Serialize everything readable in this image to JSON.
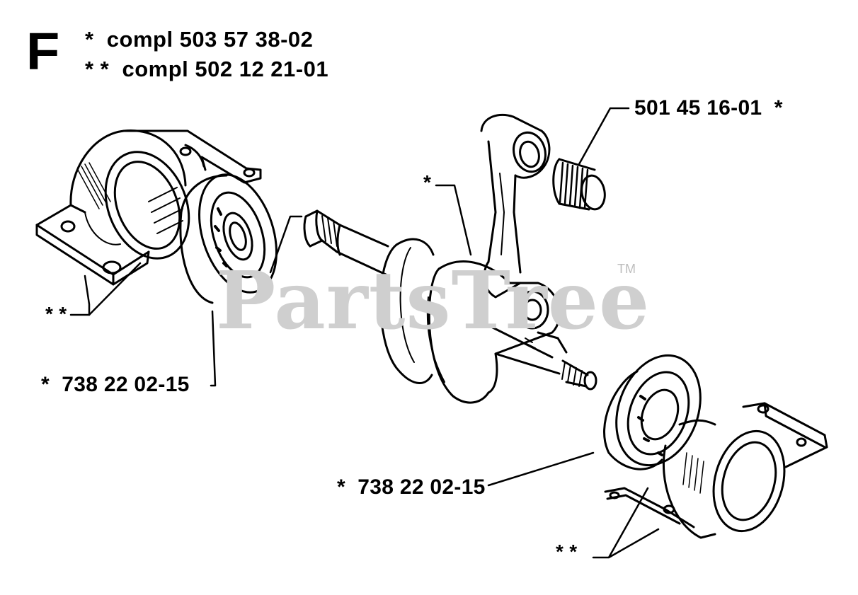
{
  "diagram": {
    "section_letter": "F",
    "legend": [
      "*  compl 503 57 38-02",
      "* *  compl 502 12 21-01"
    ],
    "callouts": {
      "bearing_left": "*  738 22 02-15",
      "bearing_right": "*  738 22 02-15",
      "needle_bearing": "501 45 16-01  *",
      "crankcase_left": "* *",
      "crankcase_right": "* *",
      "crankshaft": "*"
    },
    "watermark": "PartsTree",
    "watermark_tm": "TM"
  }
}
